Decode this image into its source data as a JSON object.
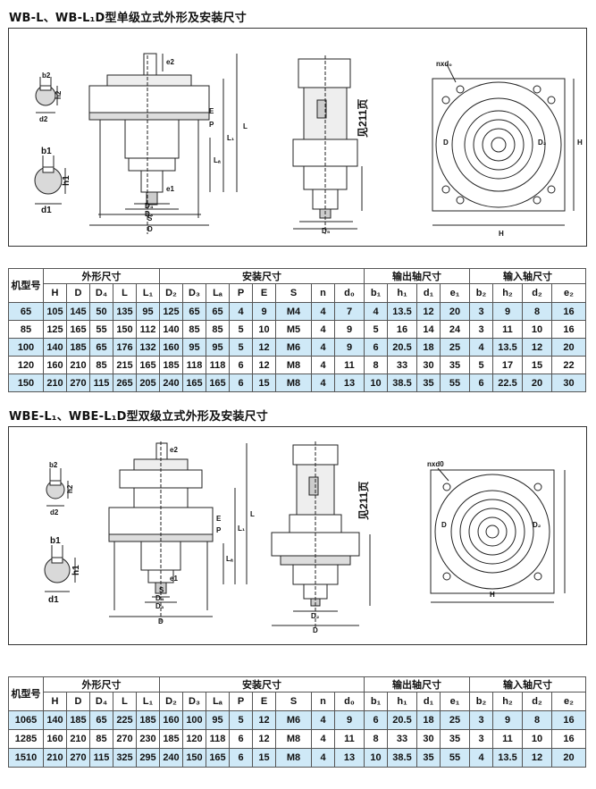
{
  "section1": {
    "title": "WB-L、WB-L₁D型单级立式外形及安装尺寸",
    "note": "见211页"
  },
  "section2": {
    "title": "WBE-L₁、WBE-L₁D型双级立式外形及安装尺寸",
    "note": "见211页"
  },
  "drawing_labels": {
    "b2": "b2",
    "h2": "h2",
    "d2": "d2",
    "b1": "b1",
    "h1": "h1",
    "d1": "d1",
    "D": "D",
    "D3": "D₃",
    "D4": "D₄",
    "D5": "D₅",
    "D2": "D₂",
    "S": "S",
    "L": "L",
    "L1": "L₁",
    "La": "Lₐ",
    "P": "P",
    "E": "E",
    "e1": "e1",
    "e2": "e2",
    "H": "H",
    "nxd0a": "nxd₀",
    "nxd0b": "nxd0"
  },
  "table_header": {
    "model": "机型号",
    "group_outline": "外形尺寸",
    "group_install": "安装尺寸",
    "group_output": "输出轴尺寸",
    "group_input": "输入轴尺寸",
    "columns": [
      "H",
      "D",
      "D₄",
      "L",
      "L₁",
      "D₂",
      "D₃",
      "Lₐ",
      "P",
      "E",
      "S",
      "n",
      "d₀",
      "b₁",
      "h₁",
      "d₁",
      "e₁",
      "b₂",
      "h₂",
      "d₂",
      "e₂"
    ]
  },
  "table1_rows": [
    [
      "65",
      "105",
      "145",
      "50",
      "135",
      "95",
      "125",
      "65",
      "65",
      "4",
      "9",
      "M4",
      "4",
      "7",
      "4",
      "13.5",
      "12",
      "20",
      "3",
      "9",
      "8",
      "16"
    ],
    [
      "85",
      "125",
      "165",
      "55",
      "150",
      "112",
      "140",
      "85",
      "85",
      "5",
      "10",
      "M5",
      "4",
      "9",
      "5",
      "16",
      "14",
      "24",
      "3",
      "11",
      "10",
      "16"
    ],
    [
      "100",
      "140",
      "185",
      "65",
      "176",
      "132",
      "160",
      "95",
      "95",
      "5",
      "12",
      "M6",
      "4",
      "9",
      "6",
      "20.5",
      "18",
      "25",
      "4",
      "13.5",
      "12",
      "20"
    ],
    [
      "120",
      "160",
      "210",
      "85",
      "215",
      "165",
      "185",
      "118",
      "118",
      "6",
      "12",
      "M8",
      "4",
      "11",
      "8",
      "33",
      "30",
      "35",
      "5",
      "17",
      "15",
      "22"
    ],
    [
      "150",
      "210",
      "270",
      "115",
      "265",
      "205",
      "240",
      "165",
      "165",
      "6",
      "15",
      "M8",
      "4",
      "13",
      "10",
      "38.5",
      "35",
      "55",
      "6",
      "22.5",
      "20",
      "30"
    ]
  ],
  "table2_rows": [
    [
      "1065",
      "140",
      "185",
      "65",
      "225",
      "185",
      "160",
      "100",
      "95",
      "5",
      "12",
      "M6",
      "4",
      "9",
      "6",
      "20.5",
      "18",
      "25",
      "3",
      "9",
      "8",
      "16"
    ],
    [
      "1285",
      "160",
      "210",
      "85",
      "270",
      "230",
      "185",
      "120",
      "118",
      "6",
      "12",
      "M8",
      "4",
      "11",
      "8",
      "33",
      "30",
      "35",
      "3",
      "11",
      "10",
      "16"
    ],
    [
      "1510",
      "210",
      "270",
      "115",
      "325",
      "295",
      "240",
      "150",
      "165",
      "6",
      "15",
      "M8",
      "4",
      "13",
      "10",
      "38.5",
      "35",
      "55",
      "4",
      "13.5",
      "12",
      "20"
    ]
  ],
  "colors": {
    "alt_row": "#cfe9f7",
    "line": "#222222"
  }
}
